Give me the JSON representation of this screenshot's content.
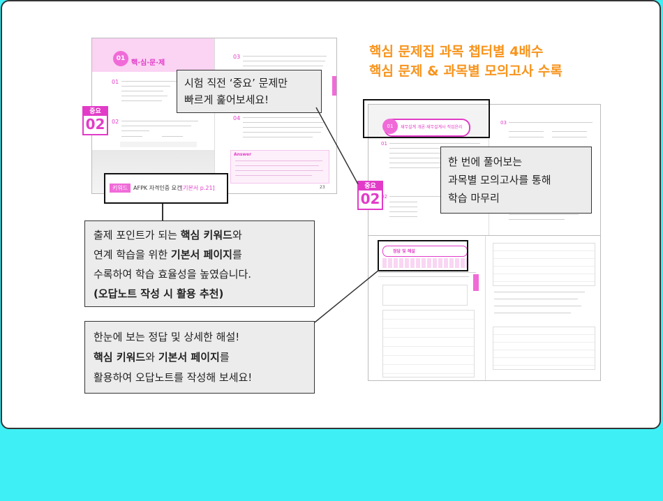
{
  "headline": {
    "line1": "핵심 문제집 과목 챕터별 4배수",
    "line2": "핵심 문제 & 과목별 모의고사 수록"
  },
  "left_book": {
    "chapter_label": "핵·심·문·제",
    "chapter_num": "01",
    "q_numbers": [
      "01",
      "02",
      "03",
      "04"
    ],
    "keyword_tag": "키워드",
    "keyword_text": "AFPK 자격인증 요건",
    "keyword_ref": "[기본서 p.21]",
    "answer_label": "Answer",
    "page_num": "23"
  },
  "badges": {
    "important_label": "중요",
    "left_num": "02",
    "right_num": "02"
  },
  "mock_exam": {
    "chapter_num": "01",
    "title": "재무설계 개론·재무설계사 직업윤리",
    "q_numbers": [
      "01",
      "02",
      "03"
    ],
    "answer_header": "정답 및 해설"
  },
  "callouts": {
    "important": {
      "line1": "시험 직전 ‘중요’ 문제만",
      "line2": "빠르게 훑어보세요!"
    },
    "keyword": {
      "l1_a": "출제 포인트가 되는 ",
      "l1_b": "핵심 키워드",
      "l1_c": "와",
      "l2_a": "연계 학습을 위한 ",
      "l2_b": "기본서 페이지",
      "l2_c": "를",
      "l3": "수록하여 학습 효율성을 높였습니다.",
      "l4": "(오답노트 작성 시 활용 추천)"
    },
    "answer": {
      "l1": "한눈에 보는 정답 및 상세한 해설!",
      "l2_a": "핵심 키워드",
      "l2_b": "와 ",
      "l2_c": "기본서 페이지",
      "l2_d": "를",
      "l3": "활용하여 오답노트를 작성해 보세요!"
    },
    "mock": {
      "l1": "한 번에 풀어보는",
      "l2": "과목별 모의고사를 통해",
      "l3": "학습 마무리"
    }
  }
}
